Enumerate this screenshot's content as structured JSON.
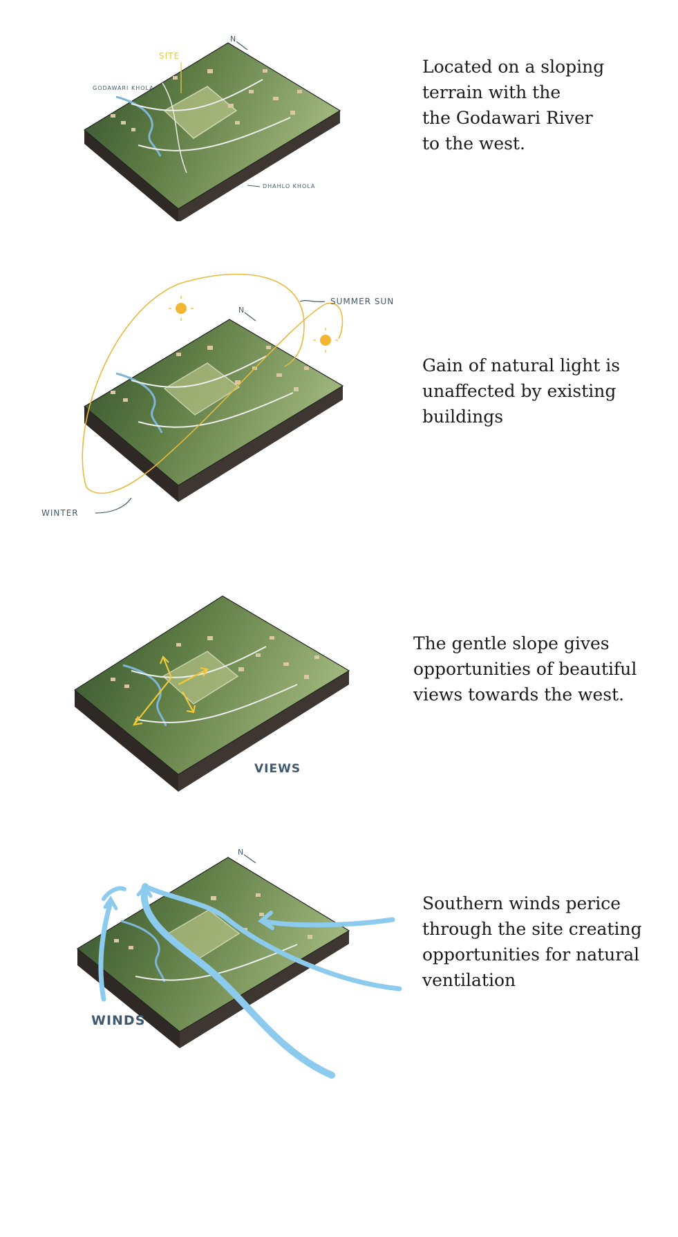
{
  "panels": [
    {
      "caption": "Located on a sloping\nterrain with the\nthe Godawari River\nto the west.",
      "labels": {
        "site": "SITE",
        "river": "GODAWARI KHOLA",
        "road": "DHAHLO KHOLA",
        "north": "N"
      }
    },
    {
      "caption": "Gain of natural light is\nunaffected by existing\nbuildings",
      "labels": {
        "summer": "SUMMER SUN",
        "winter": "WINTER",
        "north": "N"
      }
    },
    {
      "caption": "The gentle slope gives\nopportunities of beautiful\nviews towards the west.",
      "labels": {
        "views": "VIEWS"
      }
    },
    {
      "caption": "Southern winds perice\nthrough the site creating\nopportunities for natural\nventilation",
      "labels": {
        "winds": "WINDS",
        "north": "N"
      }
    }
  ],
  "colors": {
    "terrain_dark": "#3d5a36",
    "terrain_light": "#8fa66a",
    "soil": "#3e3631",
    "river": "#7fb6d8",
    "sun": "#f2b632",
    "sun_path": "#e8b93a",
    "wind": "#8ccbee",
    "annotation": "#3f5a6e"
  }
}
